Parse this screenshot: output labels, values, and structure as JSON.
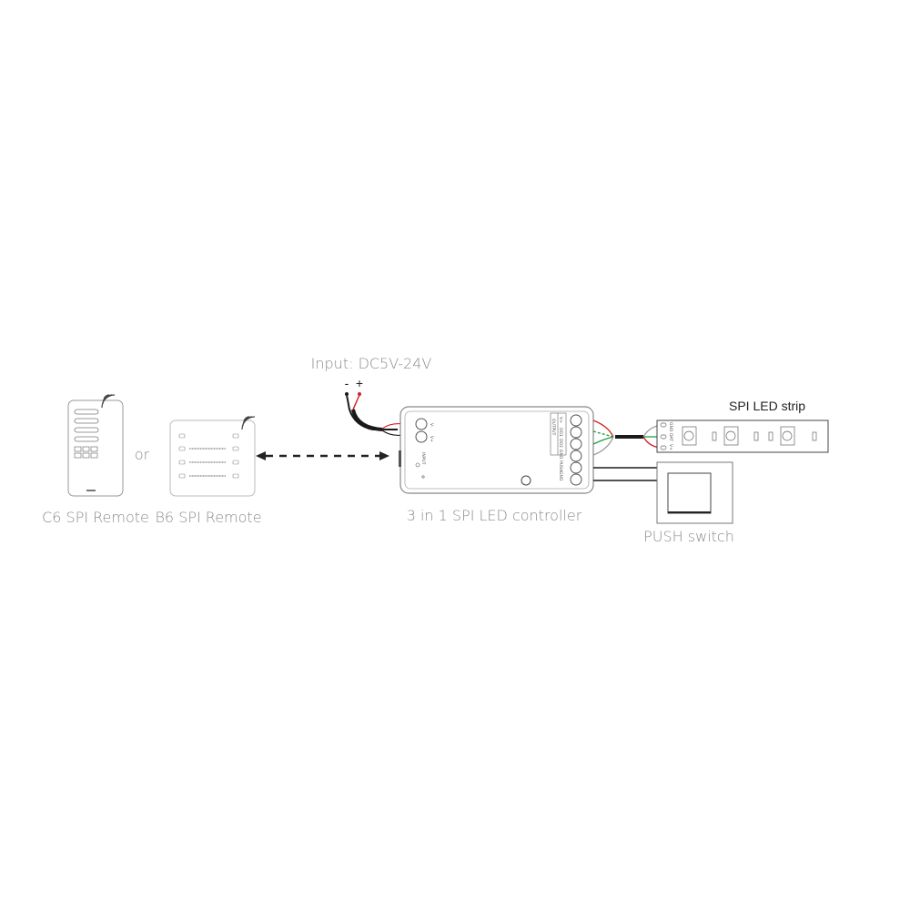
{
  "input_label": "Input: DC5V-24V",
  "input_minus": "-",
  "input_plus": "+",
  "or_label": "or",
  "remotes": [
    {
      "name": "C6 SPI Remote"
    },
    {
      "name": "B6 SPI Remote"
    }
  ],
  "controller": {
    "name": "3 in 1 SPI LED controller",
    "input_label": "INPUT",
    "output_label": "OUTPUT",
    "output_terminals": [
      "V+",
      "DO1",
      "DO2",
      "GND"
    ],
    "push_terminals": [
      "PUSH",
      "GND"
    ],
    "input_terminals": [
      "V-",
      "V+"
    ]
  },
  "led_strip": {
    "name": "SPI  LED strip",
    "pins": [
      "GND",
      "DAT",
      "V+"
    ]
  },
  "push_switch": {
    "name": "PUSH switch"
  },
  "colors": {
    "wire_red": "#d42020",
    "wire_green": "#1f9a3a",
    "wire_black": "#1a1a1a",
    "wire_gray": "#9a9a9a",
    "label": "#8a8a8a"
  }
}
